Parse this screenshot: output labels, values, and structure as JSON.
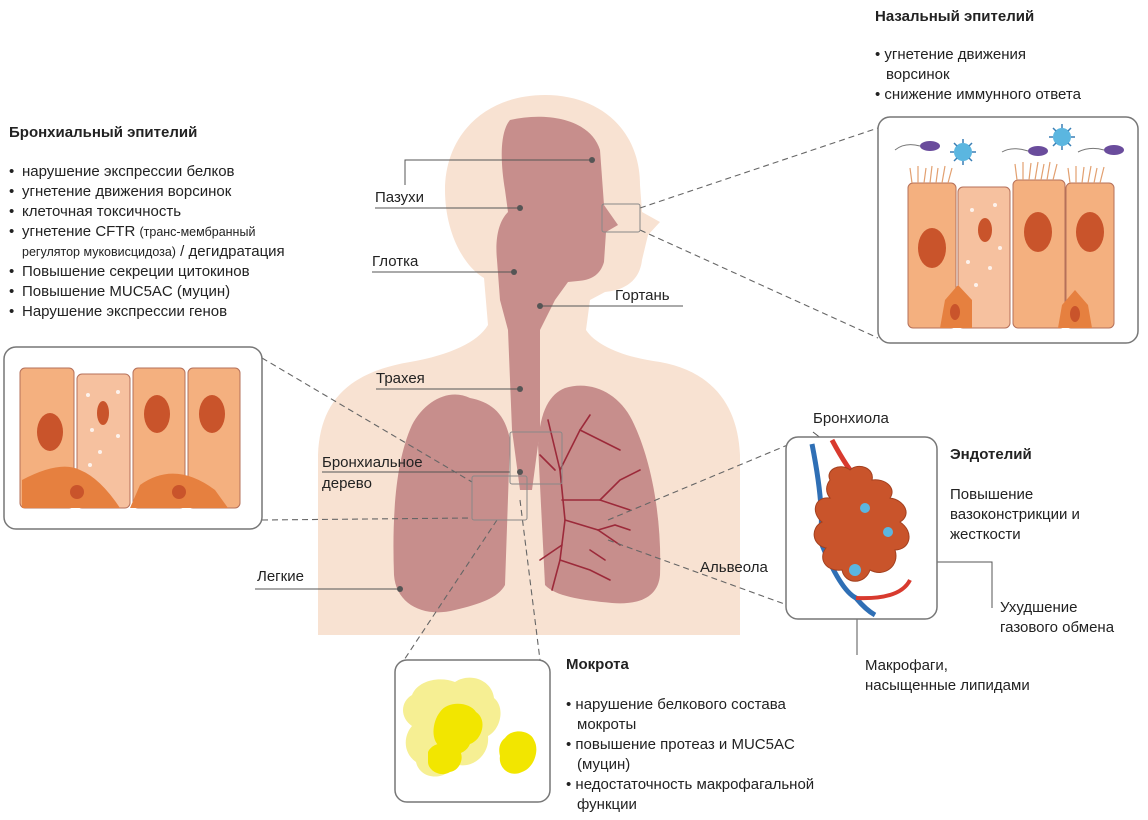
{
  "nasal": {
    "title": "Назальный эпителий",
    "items": [
      "угнетение движения",
      "ворсинок",
      "снижение иммунного ответа"
    ]
  },
  "bronchial": {
    "title": "Бронхиальный эпителий",
    "items": [
      {
        "text": "нарушение экспрессии белков"
      },
      {
        "text": "угнетение движения ворсинок"
      },
      {
        "text": "клеточная токсичность"
      },
      {
        "text": "угнетение CFTR ",
        "small": "(транс-мембранный"
      },
      {
        "small": "регулятор муковисцидоза)",
        "text": " / дегидратация"
      },
      {
        "text": "Повышение секреции цитокинов"
      },
      {
        "text": "Повышение MUC5AC (муцин)"
      },
      {
        "text": "Нарушение экспрессии генов"
      }
    ]
  },
  "anatomy": {
    "sinuses": "Пазухи",
    "pharynx": "Глотка",
    "larynx": "Гортань",
    "trachea": "Трахея",
    "bronchial_tree_1": "Бронхиальное",
    "bronchial_tree_2": "дерево",
    "lungs": "Легкие",
    "bronchiole": "Бронхиола",
    "alveolus": "Альвеола"
  },
  "endothelium": {
    "title": "Эндотелий",
    "lines": [
      "Повышение",
      "вазоконстрикции и",
      "жесткости"
    ],
    "gas_exchange": [
      "Ухудшение",
      "газового обмена"
    ],
    "macrophages": [
      "Макрофаги,",
      "насыщенные липидами"
    ]
  },
  "sputum": {
    "title": "Мокрота",
    "lines": [
      {
        "bullet": true,
        "text": "нарушение белкового состава"
      },
      {
        "bullet": false,
        "text": "мокроты"
      },
      {
        "bullet": true,
        "text": "повышение протеаз и MUC5AC"
      },
      {
        "bullet": false,
        "text": "(муцин)"
      },
      {
        "bullet": true,
        "text": "недостаточность макрофагальной"
      },
      {
        "bullet": false,
        "text": "функции"
      }
    ]
  },
  "colors": {
    "body": "#f8e2d2",
    "organ": "#c78e8c",
    "cell": "#f4b07f",
    "nucleus": "#c9542b",
    "vessel_red": "#d83a2e",
    "vessel_blue": "#2f6fb5",
    "sputum_yellow": "#f2e600"
  }
}
